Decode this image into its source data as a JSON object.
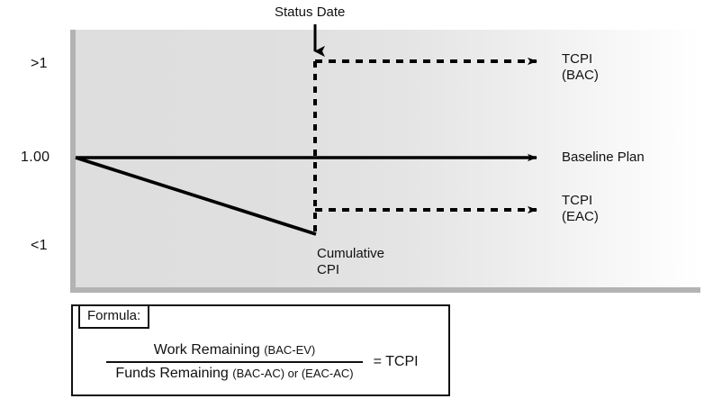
{
  "chart_data": {
    "type": "line",
    "title": "",
    "xlabel": "",
    "ylabel": "",
    "axis": {
      "y_ticks": [
        ">1",
        "1.00",
        "<1"
      ],
      "y_values": [
        1.25,
        1.0,
        0.75
      ],
      "grid": false,
      "legend_position": "right-inline"
    },
    "annotations": [
      {
        "name": "status-date",
        "label": "Status Date",
        "x": 0.38,
        "marker": "down-arrow"
      }
    ],
    "series": [
      {
        "name": "Baseline Plan",
        "label": "Baseline Plan",
        "style": "solid",
        "arrow": true,
        "points": [
          [
            0.0,
            1.0
          ],
          [
            1.0,
            1.0
          ]
        ]
      },
      {
        "name": "Cumulative CPI",
        "label": "Cumulative\nCPI",
        "style": "solid",
        "arrow": false,
        "points": [
          [
            0.0,
            1.0
          ],
          [
            0.38,
            0.71
          ]
        ]
      },
      {
        "name": "TCPI (BAC)",
        "label_line1": "TCPI",
        "label_line2": "(BAC)",
        "style": "dashed",
        "arrow": true,
        "points": [
          [
            0.38,
            1.37
          ],
          [
            1.0,
            1.37
          ]
        ]
      },
      {
        "name": "TCPI (EAC)",
        "label_line1": "TCPI",
        "label_line2": "(EAC)",
        "style": "dashed",
        "arrow": true,
        "points": [
          [
            0.38,
            0.8
          ],
          [
            1.0,
            0.8
          ]
        ]
      },
      {
        "name": "Status Date Line",
        "style": "dashed-vertical",
        "arrow": false,
        "points": [
          [
            0.38,
            1.37
          ],
          [
            0.38,
            0.71
          ]
        ]
      }
    ],
    "colors": {
      "line": "#000000",
      "panel_gradient_start": "#dedede",
      "panel_gradient_end": "#ffffff",
      "rail": "#b3b3b3",
      "text": "#111111"
    }
  },
  "chart": {
    "y_axis": {
      "gt1": ">1",
      "one": "1.00",
      "lt1": "<1"
    },
    "status_date": {
      "label": "Status Date"
    },
    "labels": {
      "tcpi_bac_line1": "TCPI",
      "tcpi_bac_line2": "(BAC)",
      "baseline_plan": "Baseline Plan",
      "tcpi_eac_line1": "TCPI",
      "tcpi_eac_line2": "(EAC)",
      "cumulative_line1": "Cumulative",
      "cumulative_line2": "CPI"
    }
  },
  "formula": {
    "tag": "Formula:",
    "numerator_main": "Work Remaining ",
    "numerator_small": "(BAC-EV)",
    "denominator_main": "Funds Remaining ",
    "denominator_small": "(BAC-AC) or (EAC-AC)",
    "result": "= TCPI"
  }
}
